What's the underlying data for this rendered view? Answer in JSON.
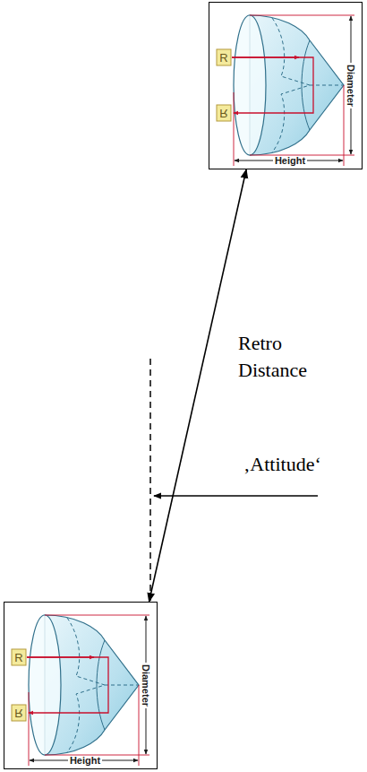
{
  "diagram": {
    "nodes": [
      {
        "text": [
          "R",
          "R",
          "Diameter",
          "Height"
        ]
      },
      {
        "text": [
          "R",
          "R",
          "Diameter",
          "Height"
        ]
      }
    ],
    "edges": [
      {
        "from": 0,
        "to": 1,
        "arrow": "both",
        "label": "Retro Distance"
      }
    ],
    "labels": [
      "‚Attitude‘"
    ]
  }
}
